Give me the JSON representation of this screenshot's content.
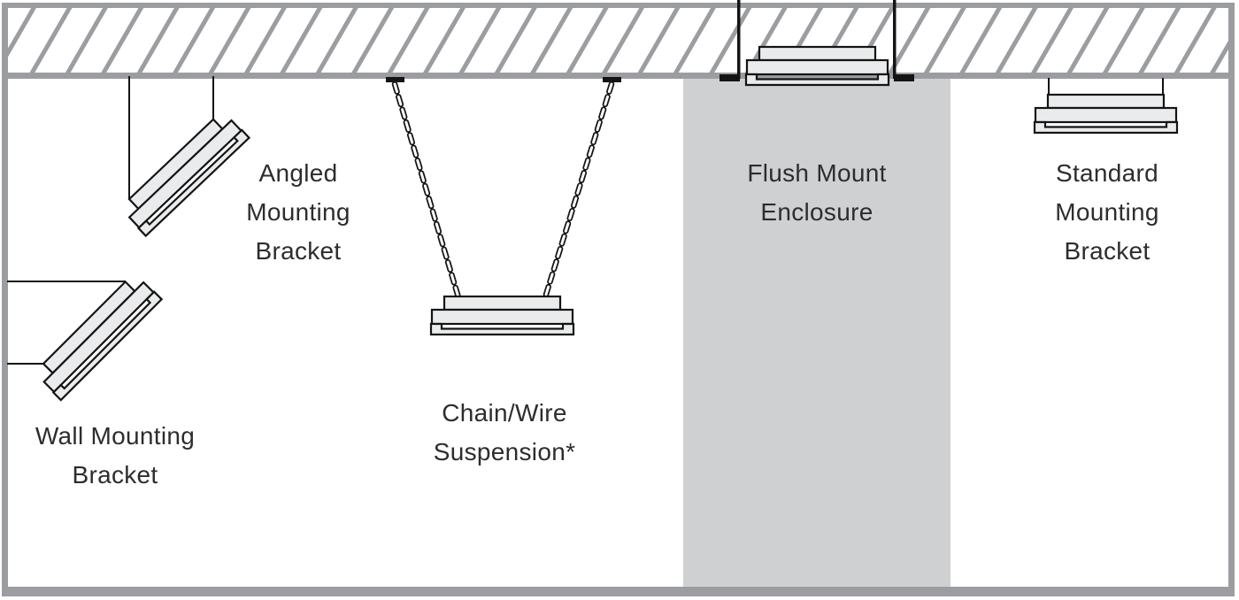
{
  "diagram": {
    "type": "mounting-options-diagram",
    "labels": {
      "angled": {
        "lines": [
          "Angled",
          "Mounting",
          "Bracket"
        ]
      },
      "wall": {
        "lines": [
          "Wall Mounting",
          "Bracket"
        ]
      },
      "chain": {
        "lines": [
          "Chain/Wire",
          "Suspension*"
        ]
      },
      "flush": {
        "lines": [
          "Flush Mount",
          "Enclosure"
        ]
      },
      "standard": {
        "lines": [
          "Standard",
          "Mounting",
          "Bracket"
        ]
      }
    },
    "colors": {
      "structure_gray": "#9b9da1",
      "enclosure_column_gray": "#cfd0d2",
      "fixture_fill": "#eaebec",
      "outline_black": "#141414",
      "background": "#ffffff"
    }
  }
}
